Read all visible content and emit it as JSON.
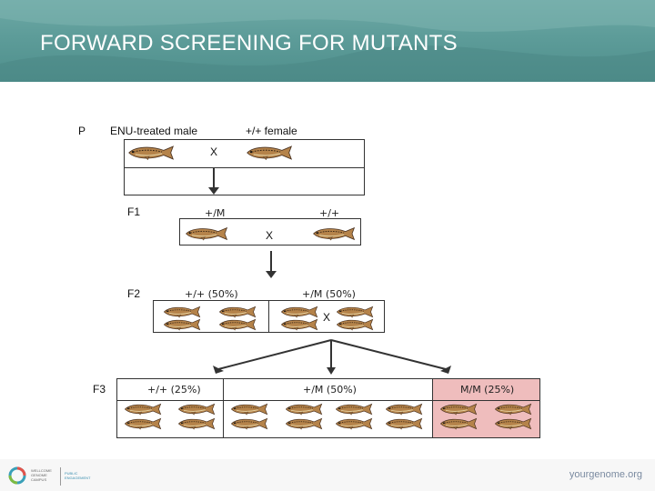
{
  "header": {
    "title": "FORWARD SCREENING FOR MUTANTS"
  },
  "p": {
    "gen": "P",
    "male": "ENU-treated male",
    "female": "+/+ female",
    "cross": "X"
  },
  "f1": {
    "gen": "F1",
    "mutant": "+/M",
    "wild": "+/+",
    "cross": "X"
  },
  "f2": {
    "gen": "F2",
    "wild": "+/+ (50%)",
    "het": "+/M (50%)",
    "cross": "X"
  },
  "f3": {
    "gen": "F3",
    "wild": "+/+ (25%)",
    "het": "+/M (50%)",
    "mut": "M/M (25%)"
  },
  "footer": {
    "logo1": "WELLCOME\nGENOME\nCAMPUS",
    "logo2": "PUBLIC\nENGAGEMENT",
    "site": "yourgenome.org"
  },
  "colors": {
    "header": "#5d9c99",
    "mm_highlight": "#efbdbd",
    "fish_body": "#b5834a"
  }
}
